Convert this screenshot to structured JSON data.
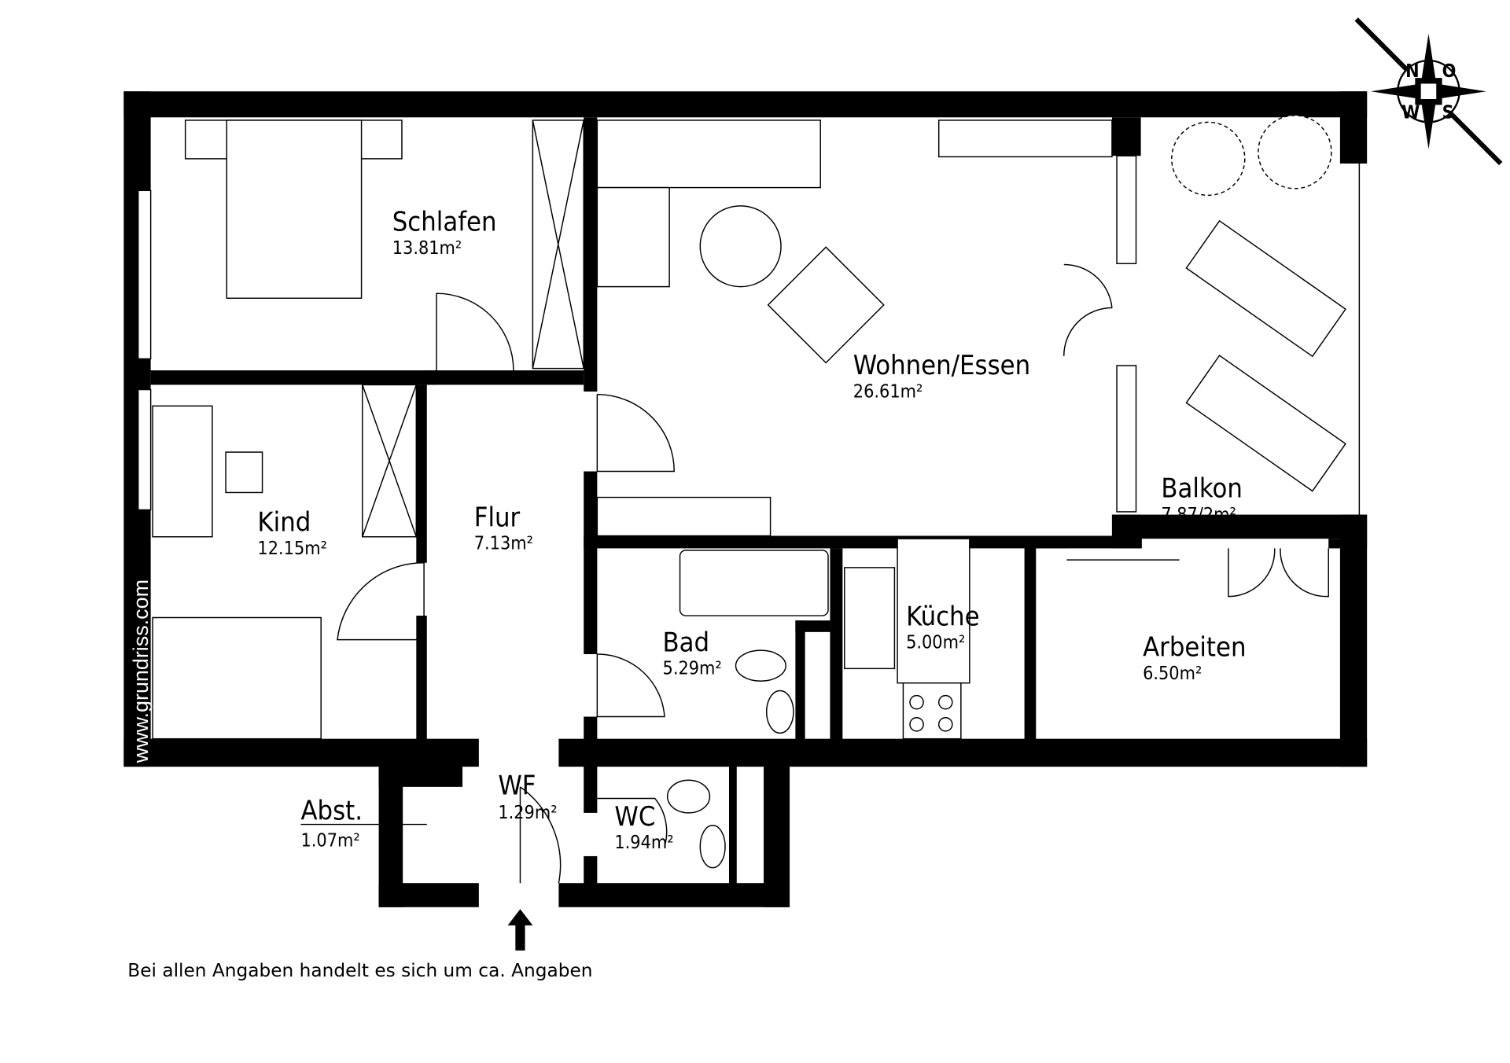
{
  "rooms": {
    "schlafen": {
      "name": "Schlafen",
      "area": "13.81m²"
    },
    "wohnen": {
      "name": "Wohnen/Essen",
      "area": "26.61m²"
    },
    "balkon": {
      "name": "Balkon",
      "area": "7.87/2m²"
    },
    "kind": {
      "name": "Kind",
      "area": "12.15m²"
    },
    "flur": {
      "name": "Flur",
      "area": "7.13m²"
    },
    "bad": {
      "name": "Bad",
      "area": "5.29m²"
    },
    "kueche": {
      "name": "Küche",
      "area": "5.00m²"
    },
    "arbeiten": {
      "name": "Arbeiten",
      "area": "6.50m²"
    },
    "abst": {
      "name": "Abst.",
      "area": "1.07m²"
    },
    "wf": {
      "name": "WF",
      "area": "1.29m²"
    },
    "wc": {
      "name": "WC",
      "area": "1.94m²"
    }
  },
  "compass": {
    "n": "N",
    "o": "O",
    "s": "S",
    "w": "W"
  },
  "watermark": "www.grundriss.com",
  "note": "Bei allen Angaben handelt es sich um ca. Angaben",
  "colors": {
    "wall": "#000000",
    "background": "#ffffff"
  }
}
